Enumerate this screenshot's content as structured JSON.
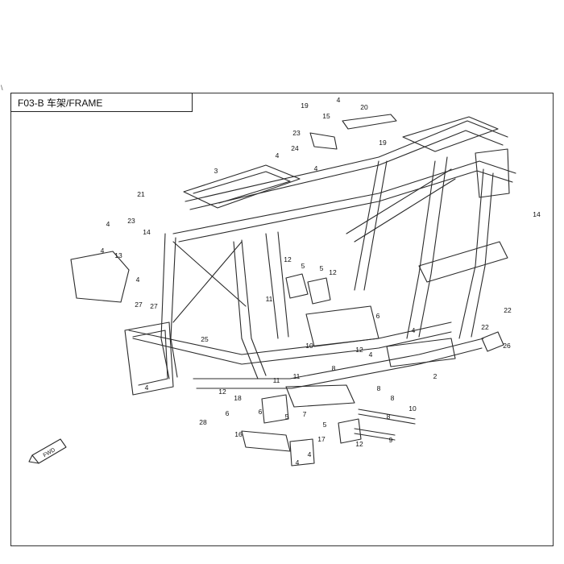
{
  "title": "F03-B 车架/FRAME",
  "corner_mark": "\\",
  "fwd_label": "FWD",
  "callouts": [
    "19",
    "4",
    "20",
    "15",
    "23",
    "19",
    "24",
    "4",
    "4",
    "3",
    "21",
    "4",
    "23",
    "14",
    "4",
    "13",
    "4",
    "27",
    "27",
    "12",
    "5",
    "5",
    "12",
    "11",
    "6",
    "10",
    "12",
    "25",
    "22",
    "22",
    "4",
    "26",
    "4",
    "2",
    "11",
    "8",
    "11",
    "4",
    "6",
    "5",
    "8",
    "18",
    "12",
    "6",
    "8",
    "8",
    "7",
    "10",
    "5",
    "28",
    "16",
    "17",
    "9",
    "12",
    "4",
    "4",
    "14"
  ],
  "colors": {
    "line": "#2b2b2b",
    "text": "#111111",
    "border": "#333333"
  }
}
